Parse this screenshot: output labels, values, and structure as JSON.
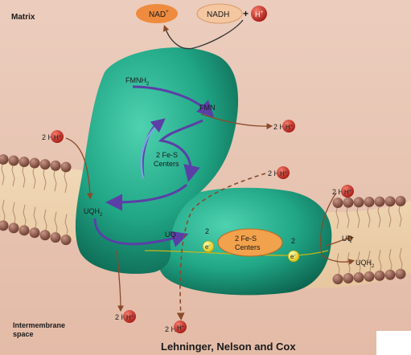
{
  "regions": {
    "matrix": "Matrix",
    "intermembrane_line1": "Intermembrane",
    "intermembrane_line2": "space"
  },
  "top": {
    "nad": "NAD",
    "nad_sup": "+",
    "nadh": "NADH",
    "plus": "+",
    "h": "H",
    "h_sup": "+"
  },
  "carriers": {
    "fmnh2": "FMNH",
    "fmnh2_sub": "2",
    "fmn": "FMN",
    "fes_left_1": "2 Fe-S",
    "fes_left_2": "Centers",
    "uqh2_left": "UQH",
    "uqh2_left_sub": "2",
    "uq_center": "UQ",
    "fes_right_1": "2 Fe-S",
    "fes_right_2": "Centers",
    "uq_right": "UQ",
    "uqh2_right": "UQH",
    "uqh2_right_sub": "2"
  },
  "electrons": {
    "count": "2",
    "symbol": "e",
    "sup": "-"
  },
  "protons": {
    "two_h": "2 H",
    "sup": "+"
  },
  "credit": "Lehninger, Nelson and Cox",
  "colors": {
    "background": "#e9c6b4",
    "protein": "#24a889",
    "protein_dark": "#0f6e58",
    "nad_oval": "#ee8b3e",
    "nadh_oval": "#f4c7a1",
    "h_ball": "#d3392e",
    "electron": "#f2e530",
    "fes_oval": "#f2a14c",
    "arrow_blue": "#5b3fa6",
    "arrow_brown": "#8a4a2a",
    "lipid_head": "#8e5a4a"
  }
}
